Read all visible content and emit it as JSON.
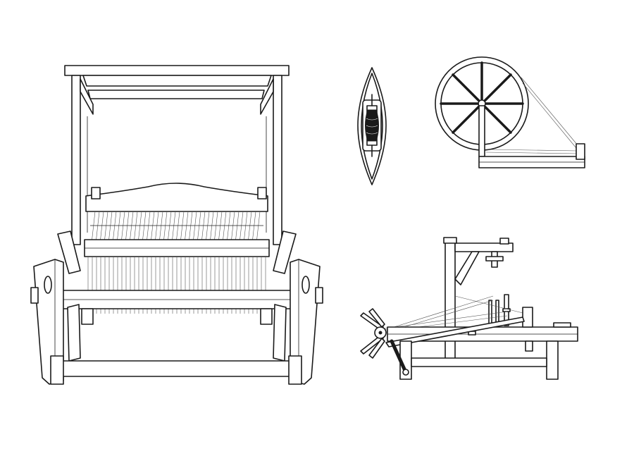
{
  "illustration": {
    "background_color": "#ffffff",
    "ink_color": "#1a1a1a",
    "items": [
      {
        "id": "loom",
        "icon": "floor-loom-icon"
      },
      {
        "id": "shuttle",
        "icon": "weaving-shuttle-icon"
      },
      {
        "id": "spinning_wheel",
        "icon": "spinning-wheel-icon"
      },
      {
        "id": "spinning_frame",
        "icon": "spinning-frame-icon"
      }
    ]
  }
}
